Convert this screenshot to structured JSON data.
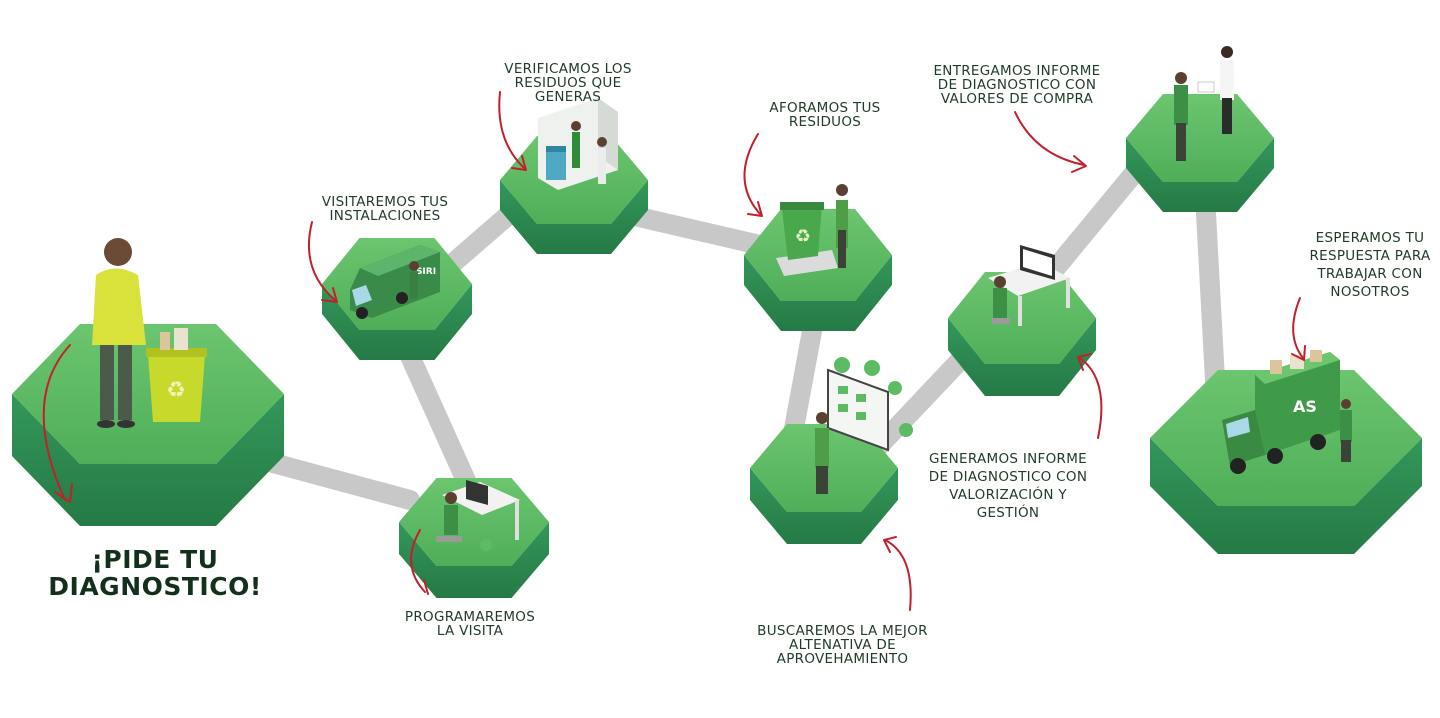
{
  "cta": {
    "line1": "¡PIDE TU",
    "line2": "DIAGNOSTICO!"
  },
  "steps": [
    {
      "line1": "VISITAREMOS TUS",
      "line2": "INSTALACIONES",
      "line3": ""
    },
    {
      "line1": "PROGRAMAREMOS",
      "line2": "LA VISITA",
      "line3": ""
    },
    {
      "line1": "VERIFICAMOS LOS",
      "line2": "RESIDUOS QUE",
      "line3": "GENERAS"
    },
    {
      "line1": "AFORAMOS TUS",
      "line2": "RESIDUOS",
      "line3": ""
    },
    {
      "line1": "BUSCAREMOS LA MEJOR",
      "line2": "ALTENATIVA DE",
      "line3": "APROVEHAMIENTO"
    },
    {
      "line1": "GENERAMOS INFORME",
      "line2": "DE DIAGNOSTICO CON",
      "line3": "VALORIZACIÓN Y",
      "line4": "GESTIÓN"
    },
    {
      "line1": "ENTREGAMOS INFORME",
      "line2": "DE DIAGNOSTICO CON",
      "line3": "VALORES DE COMPRA"
    },
    {
      "line1": "ESPERAMOS TU",
      "line2": "RESPUESTA PARA",
      "line3": "TRABAJAR CON",
      "line4": "NOSOTROS"
    }
  ],
  "illustrations": {
    "truck_brand": "AS",
    "van_brand": "SIRI"
  },
  "colors": {
    "platform_top": "#5dbb63",
    "platform_side": "#2f8f4a",
    "connector": "#c9c9c9",
    "arrow": "#c0212b",
    "text": "#1f3a28"
  }
}
